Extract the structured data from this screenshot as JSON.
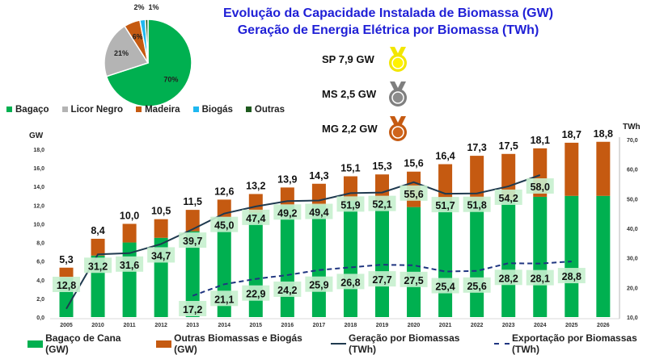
{
  "chart_data": {
    "type": "bar",
    "title": "Evolução da Capacidade Instalada de Biomassa (GW)",
    "subtitle": "Geração de Energia Elétrica por Biomassa (TWh)",
    "left_axis_label": "GW",
    "right_axis_label": "TWh",
    "left_ylim": [
      0,
      18
    ],
    "right_ylim": [
      10,
      70
    ],
    "left_ticks": [
      "0,0",
      "2,0",
      "4,0",
      "6,0",
      "8,0",
      "10,0",
      "12,0",
      "14,0",
      "16,0",
      "18,0"
    ],
    "right_ticks": [
      "10,0",
      "20,0",
      "30,0",
      "40,0",
      "50,0",
      "60,0",
      "70,0"
    ],
    "categories": [
      "2005",
      "2010",
      "2011",
      "2012",
      "2013",
      "2014",
      "2015",
      "2016",
      "2017",
      "2018",
      "2019",
      "2020",
      "2021",
      "2022",
      "2023",
      "2024",
      "2025",
      "2026"
    ],
    "series": [
      {
        "name": "Bagaço de Cana (GW)",
        "kind": "stacked-bar",
        "color": "#00b050",
        "values": [
          4.2,
          6.6,
          8.0,
          8.5,
          9.2,
          10.7,
          11.2,
          12.0,
          12.0,
          12.5,
          12.5,
          11.8,
          12.5,
          12.5,
          12.6,
          12.9,
          13.0,
          13.0
        ]
      },
      {
        "name": "Outras Biomassas e Biogás (GW)",
        "kind": "stacked-bar",
        "color": "#c55a11",
        "values": [
          1.1,
          1.8,
          2.0,
          2.0,
          2.3,
          1.9,
          2.0,
          1.9,
          2.3,
          2.6,
          2.8,
          3.8,
          3.9,
          4.8,
          4.9,
          5.2,
          5.7,
          5.8
        ]
      },
      {
        "name": "Geração por Biomassas (TWh)",
        "kind": "line",
        "color": "#1f3a4f",
        "values": [
          12.8,
          31.2,
          31.6,
          34.7,
          39.7,
          45.0,
          47.4,
          49.2,
          49.4,
          51.9,
          52.1,
          55.6,
          51.7,
          51.8,
          54.2,
          58.0,
          null,
          null
        ]
      },
      {
        "name": "Exportação por Biomassas (TWh)",
        "kind": "dashed-line",
        "color": "#1f3580",
        "values": [
          null,
          null,
          null,
          null,
          17.2,
          21.1,
          22.9,
          24.2,
          25.9,
          26.8,
          27.7,
          27.5,
          25.4,
          25.6,
          28.2,
          28.1,
          28.8,
          null
        ]
      }
    ],
    "total_labels": [
      "5,3",
      "8,4",
      "10,0",
      "10,5",
      "11,5",
      "12,6",
      "13,2",
      "13,9",
      "14,3",
      "15,1",
      "15,3",
      "15,6",
      "16,4",
      "17,3",
      "17,5",
      "18,1",
      "18,7",
      "18,8"
    ],
    "generation_labels": [
      "12,8",
      "31,2",
      "31,6",
      "34,7",
      "39,7",
      "45,0",
      "47,4",
      "49,2",
      "49,4",
      "51,9",
      "52,1",
      "55,6",
      "51,7",
      "51,8",
      "54,2",
      "58,0",
      "",
      ""
    ],
    "export_labels": [
      "",
      "",
      "",
      "",
      "17,2",
      "21,1",
      "22,9",
      "24,2",
      "25,9",
      "26,8",
      "27,7",
      "27,5",
      "25,4",
      "25,6",
      "28,2",
      "28,1",
      "28,8",
      ""
    ],
    "legend_placement": "bottom"
  },
  "pie": {
    "type": "pie",
    "slices": [
      {
        "name": "Bagaço",
        "value": 70,
        "label": "70%",
        "color": "#00b050"
      },
      {
        "name": "Licor Negro",
        "value": 21,
        "label": "21%",
        "color": "#b4b4b4"
      },
      {
        "name": "Madeira",
        "value": 6,
        "label": "6%",
        "color": "#c55a11"
      },
      {
        "name": "Biogás",
        "value": 2,
        "label": "2%",
        "color": "#1fb8f0"
      },
      {
        "name": "Outras",
        "value": 1,
        "label": "1%",
        "color": "#1e5a1e"
      }
    ]
  },
  "medals": [
    {
      "label": "SP 7,9 GW",
      "color": "#f2e600",
      "inner": "#fff200"
    },
    {
      "label": "MS 2,5 GW",
      "color": "#7f7f7f",
      "inner": "#8c8c8c"
    },
    {
      "label": "MG 2,2 GW",
      "color": "#c55a11",
      "inner": "#d0651c"
    }
  ]
}
